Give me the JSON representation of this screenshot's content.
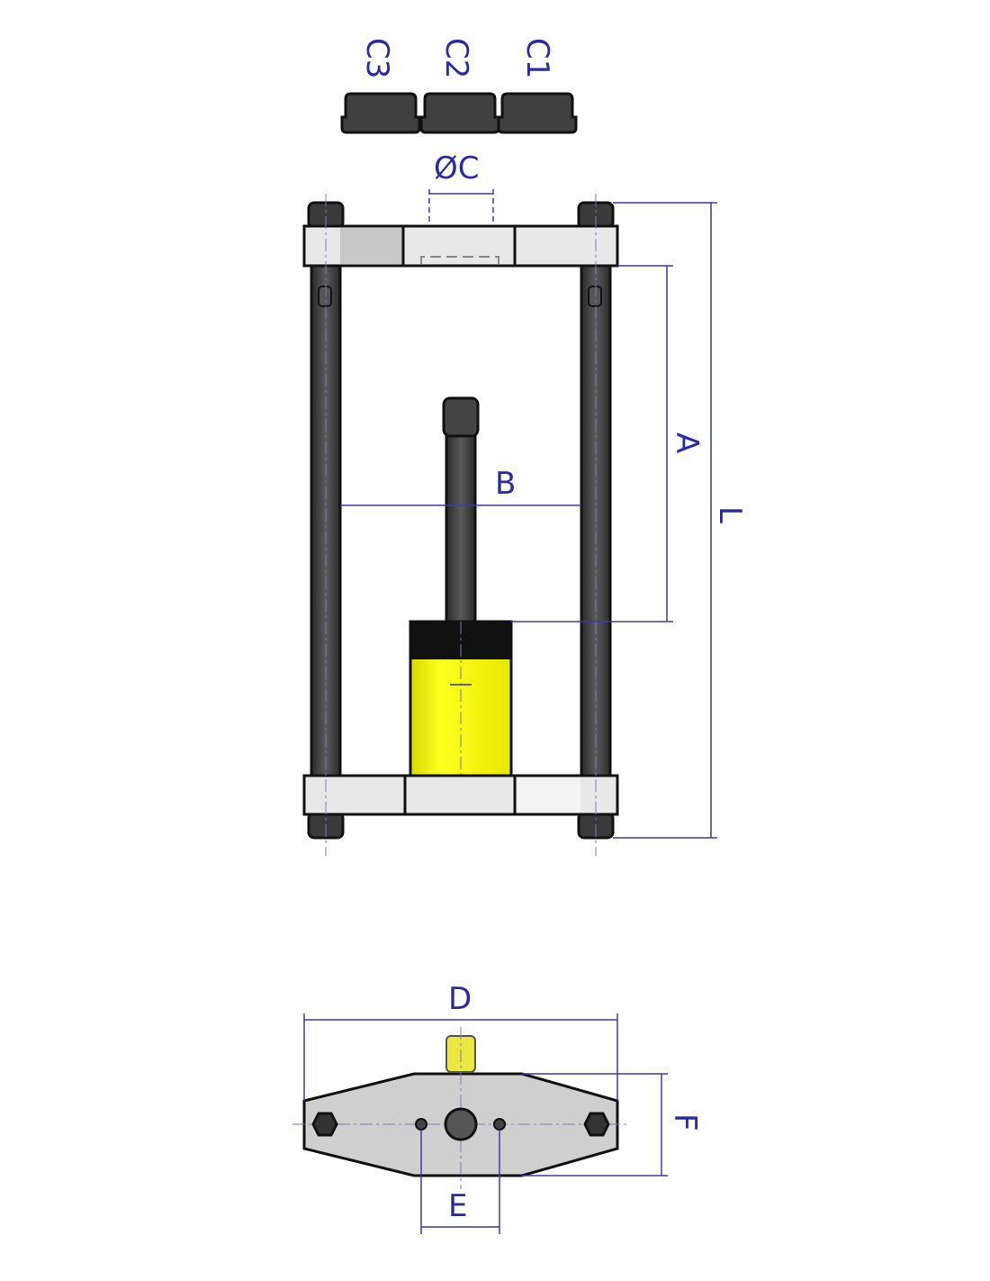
{
  "labels": {
    "cap_c3": "C3",
    "cap_c2": "C2",
    "cap_c1": "C1",
    "diameter_c": "ØC",
    "dim_a": "A",
    "dim_b": "B",
    "dim_l": "L",
    "dim_d": "D",
    "dim_e": "E",
    "dim_f": "F"
  },
  "colors": {
    "dimension": "#2a2aa8",
    "cylinder": "#f2f200",
    "steel_dark": "#3c3c3c",
    "plate": "#dcdcdc"
  }
}
